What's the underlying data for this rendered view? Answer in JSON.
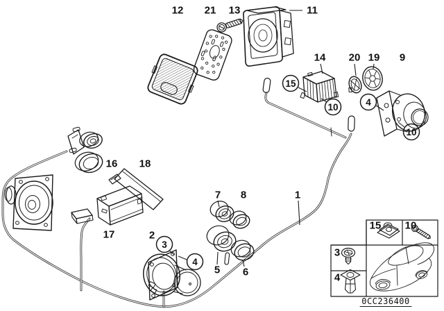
{
  "diagram": {
    "background": "#ffffff",
    "line_color": "#1a1a1a",
    "code": "0CC236400",
    "labels": {
      "1": "1",
      "2": "2",
      "3": "3",
      "4": "4",
      "5": "5",
      "6": "6",
      "7": "7",
      "8": "8",
      "9": "9",
      "10": "10",
      "11": "11",
      "12": "12",
      "13": "13",
      "14": "14",
      "15": "15",
      "16": "16",
      "17": "17",
      "18": "18",
      "19": "19",
      "20": "20",
      "21": "21"
    },
    "legend": {
      "fastener_cells": [
        {
          "number": "15",
          "icon": "speed-nut-icon"
        },
        {
          "number": "10",
          "icon": "screw-icon"
        },
        {
          "number": "3",
          "icon": "screw-rivet-icon"
        },
        {
          "number": "4",
          "icon": "expansion-rivet-icon"
        }
      ],
      "vehicle_icon": "car-silhouette-icon"
    }
  }
}
